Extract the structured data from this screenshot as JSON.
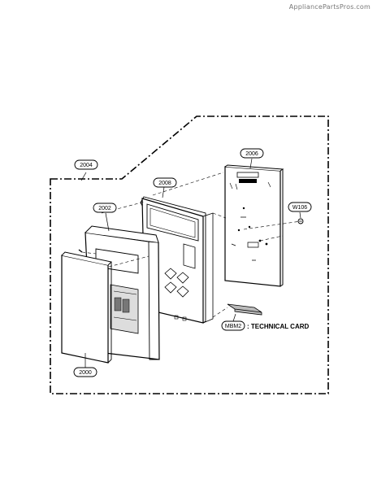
{
  "watermark": "AppliancePartsPros.com",
  "parts": {
    "p2004": "2004",
    "p2006": "2006",
    "p2008": "2008",
    "p2002": "2002",
    "pW106": "W106",
    "pMBM2": "MBM2",
    "p2000": "2000"
  },
  "note": ": TECHNICAL CARD"
}
